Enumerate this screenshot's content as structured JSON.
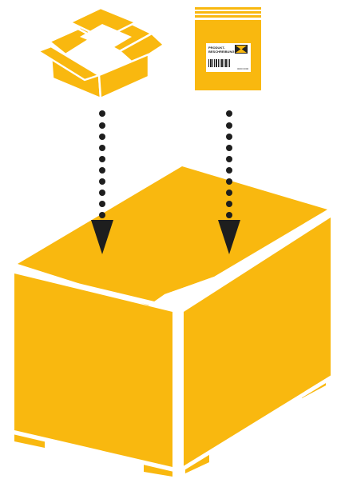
{
  "colors": {
    "box_fill": "#F9B80F",
    "box_outline": "#FFFFFF",
    "background": "#FFFFFF",
    "arrow": "#1E1E1E",
    "label_background": "#FFFFFF",
    "label_ink": "#222222"
  },
  "icons": {
    "small_box": "open-cardboard-box-icon",
    "shipping_pouch": "padded-envelope-icon",
    "pallet_box": "large-pallet-box-icon",
    "arrow": "dotted-down-arrow-icon"
  },
  "label": {
    "line1": "PRODUKT-",
    "line2": "BESCHREIBUNG",
    "code": "0000 0000"
  },
  "steps": [
    {
      "source": "small_box",
      "target": "pallet_box"
    },
    {
      "source": "shipping_pouch",
      "target": "pallet_box"
    }
  ]
}
